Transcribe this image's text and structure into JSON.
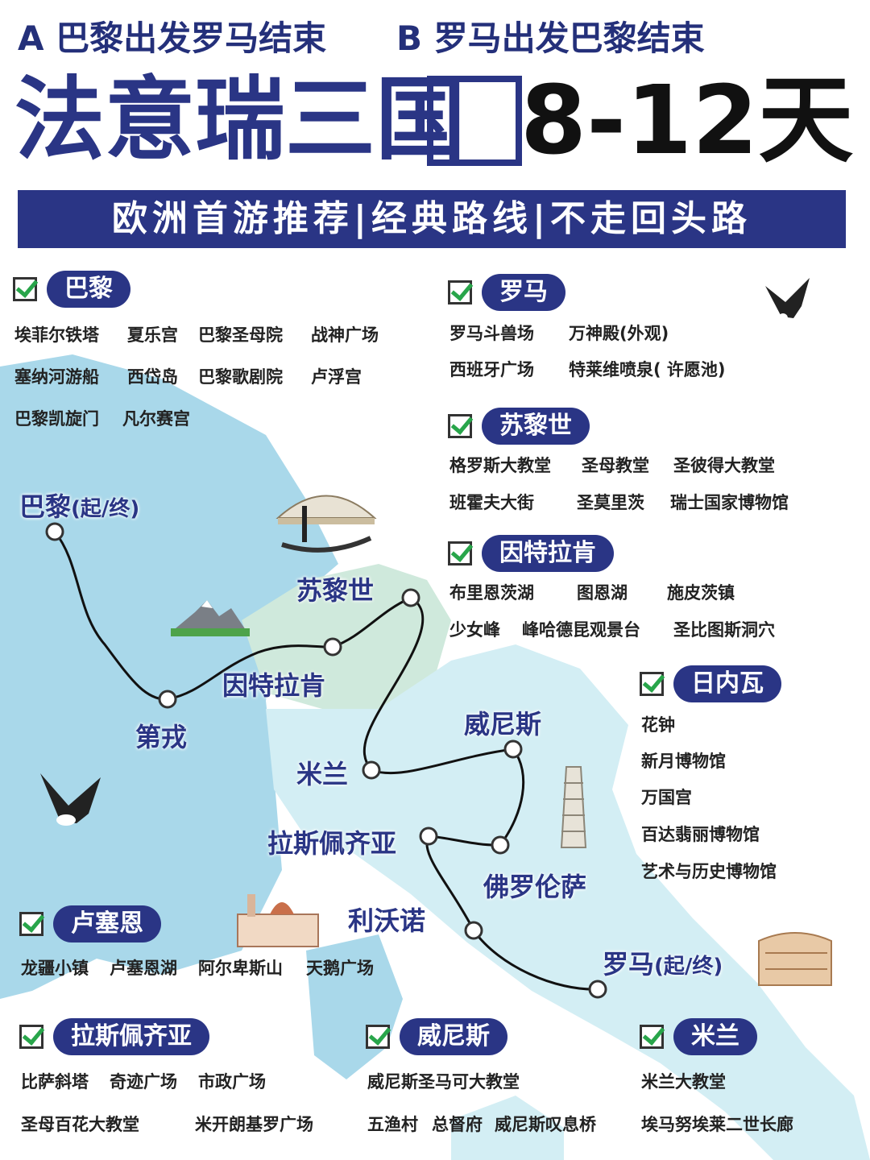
{
  "header": {
    "route_a": "A 巴黎出发罗马结束",
    "route_b": "B 罗马出发巴黎结束",
    "title_cn": "法意瑞三国",
    "title_days": "8-12天",
    "banner": "欧洲首游推荐|经典路线|不走回头路"
  },
  "sections": {
    "paris": {
      "name": "巴黎",
      "items": [
        "埃菲尔铁塔",
        "夏乐宫",
        "巴黎圣母院",
        "战神广场",
        "塞纳河游船",
        "西岱岛",
        "巴黎歌剧院",
        "卢浮宫",
        "巴黎凯旋门",
        "凡尔赛宫"
      ]
    },
    "rome": {
      "name": "罗马",
      "items": [
        "罗马斗兽场",
        "万神殿(外观)",
        "西班牙广场",
        "特莱维喷泉( 许愿池)"
      ]
    },
    "zurich": {
      "name": "苏黎世",
      "items": [
        "格罗斯大教堂",
        "圣母教堂",
        "圣彼得大教堂",
        "班霍夫大街",
        "圣莫里茨",
        "瑞士国家博物馆"
      ]
    },
    "interlaken": {
      "name": "因特拉肯",
      "items": [
        "布里恩茨湖",
        "图恩湖",
        "施皮茨镇",
        "少女峰",
        "峰哈德昆观景台",
        "圣比图斯洞穴"
      ]
    },
    "geneva": {
      "name": "日内瓦",
      "items": [
        "花钟",
        "新月博物馆",
        "万国宫",
        "百达翡丽博物馆",
        "艺术与历史博物馆"
      ]
    },
    "lucerne": {
      "name": "卢塞恩",
      "items": [
        "龙疆小镇",
        "卢塞恩湖",
        "阿尔卑斯山",
        "天鹅广场"
      ]
    },
    "laspezia": {
      "name": "拉斯佩齐亚",
      "items": [
        "比萨斜塔",
        "奇迹广场",
        "市政广场",
        "圣母百花大教堂",
        "米开朗基罗广场"
      ]
    },
    "venice": {
      "name": "威尼斯",
      "items": [
        "威尼斯圣马可大教堂",
        "五渔村",
        "总督府",
        "威尼斯叹息桥"
      ]
    },
    "milan": {
      "name": "米兰",
      "items": [
        "米兰大教堂",
        "埃马努埃莱二世长廊"
      ]
    }
  },
  "map_labels": {
    "paris": "巴黎",
    "paris_note": "(起/终)",
    "zurich": "苏黎世",
    "interlaken": "因特拉肯",
    "dijon": "第戎",
    "milan": "米兰",
    "venice": "威尼斯",
    "laspezia": "拉斯佩齐亚",
    "florence": "佛罗伦萨",
    "livorno": "利沃诺",
    "rome": "罗马",
    "rome_note": "(起/终)"
  },
  "colors": {
    "brand": "#2a3585",
    "check": "#28a54a",
    "land_blue": "#a9d8ea",
    "land_light": "#d3eef4",
    "land_green": "#cfe9dc"
  },
  "icons": [
    "check-icon",
    "eagle-icon",
    "rialto-bridge-icon",
    "mountain-icon",
    "pisa-tower-icon",
    "florence-cathedral-icon",
    "colosseum-icon"
  ]
}
